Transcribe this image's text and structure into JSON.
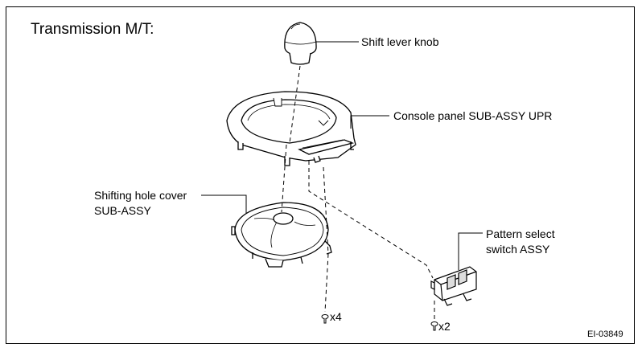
{
  "title": "Transmission M/T:",
  "parts": {
    "knob": "Shift lever knob",
    "console_panel": "Console panel SUB-ASSY UPR",
    "hole_cover_line1": "Shifting hole cover",
    "hole_cover_line2": "SUB-ASSY",
    "pattern_line1": "Pattern select",
    "pattern_line2": "switch ASSY"
  },
  "fasteners": {
    "left_count": "x4",
    "right_count": "x2"
  },
  "figure_code": "EI-03849"
}
